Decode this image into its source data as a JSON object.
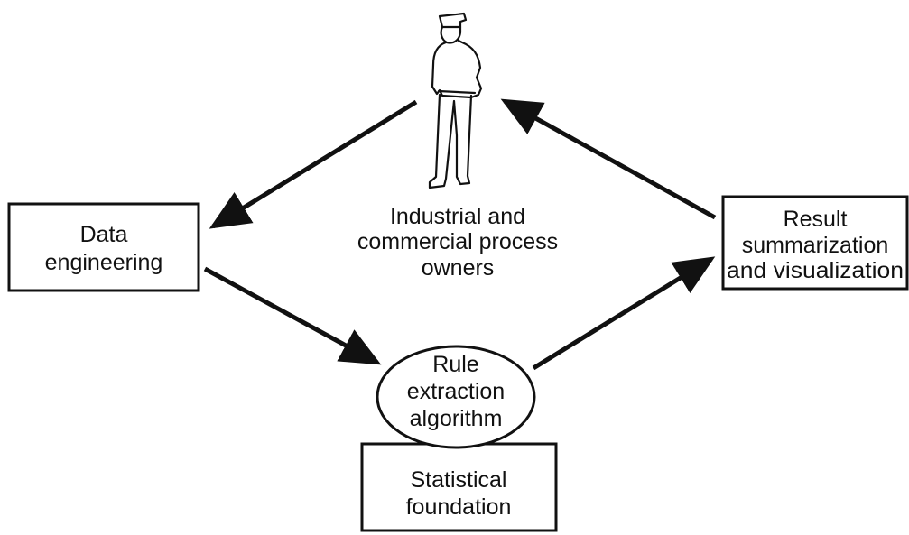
{
  "nodes": {
    "process_owners": {
      "lines": [
        "Industrial and",
        "commercial process",
        "owners"
      ]
    },
    "data_engineering": {
      "lines": [
        "Data",
        "engineering"
      ]
    },
    "rule_extraction": {
      "lines": [
        "Rule",
        "extraction",
        "algorithm"
      ]
    },
    "statistical_foundation": {
      "lines": [
        "Statistical",
        "foundation"
      ]
    },
    "result_summarization": {
      "lines": [
        "Result",
        "summarization",
        "and visualization"
      ]
    }
  },
  "colors": {
    "ink": "#111111",
    "background": "#ffffff"
  },
  "icons": {
    "person": "standing-person-icon"
  }
}
